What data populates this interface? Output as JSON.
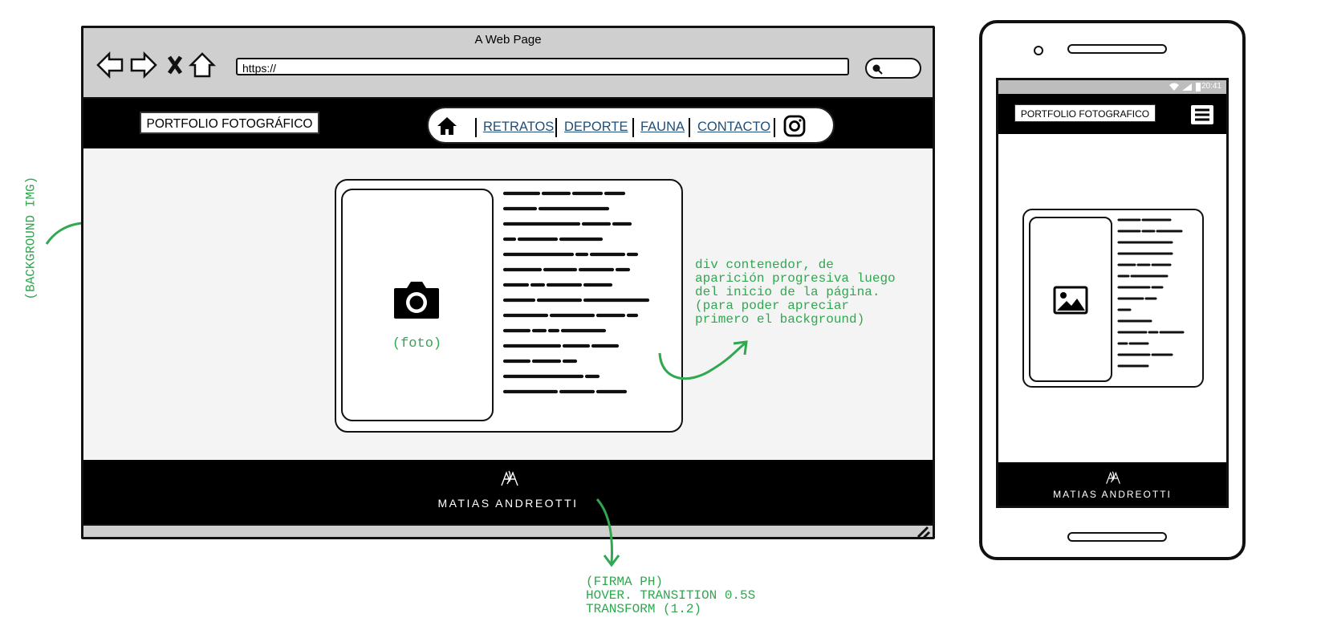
{
  "browser": {
    "title": "A Web Page",
    "url": "https://",
    "icons": [
      "back-arrow-icon",
      "forward-arrow-icon",
      "close-x-icon",
      "home-icon",
      "search-icon",
      "resize-handle-icon"
    ]
  },
  "site": {
    "brand": "PORTFOLIO FOTOGRÁFICO",
    "nav": {
      "home_icon": "home-icon",
      "links": [
        "RETRATOS",
        "DEPORTE",
        "FAUNA",
        "CONTACTO"
      ],
      "social_icon": "instagram-icon"
    },
    "card": {
      "photo_icon": "camera-icon",
      "photo_label": "(foto)"
    },
    "footer": {
      "logo_icon": "signature-logo-icon",
      "name": "MATIAS ANDREOTTI"
    }
  },
  "annotations": {
    "background": "(BACKGROUND IMG)",
    "card": "div contenedor, de\naparición progresiva luego\ndel inicio de la página.\n(para poder apreciar\nprimero el background)",
    "signature": "(FIRMA PH)\nHOVER. TRANSITION 0.5S\nTRANSFORM (1.2)"
  },
  "phone": {
    "status_time": "20:41",
    "brand": "PORTFOLIO FOTOGRAFICO",
    "menu_icon": "hamburger-menu-icon",
    "photo_icon": "image-icon",
    "footer_name": "MATIAS ANDREOTTI"
  },
  "colors": {
    "annotation": "#2fa84f",
    "nav_link": "#1f4e79",
    "chrome": "#cfcfcf",
    "bar": "#000000"
  }
}
